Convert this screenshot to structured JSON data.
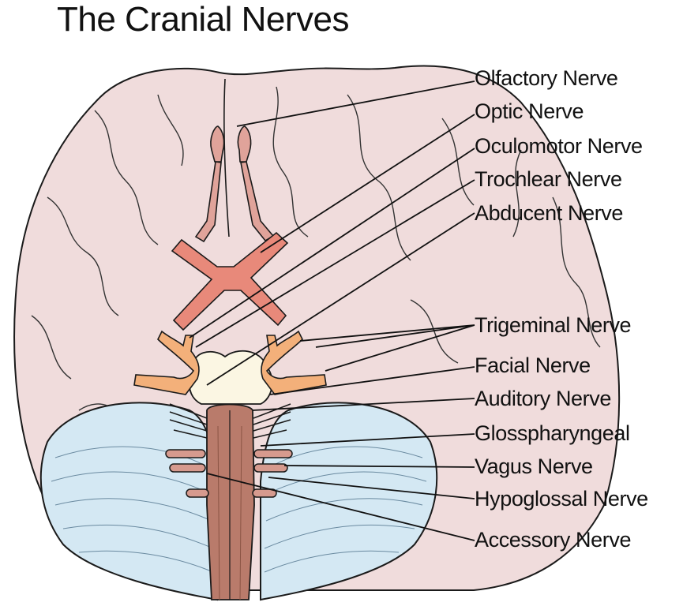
{
  "title": "The Cranial Nerves",
  "colors": {
    "cerebrum": "#f0dcdc",
    "cerebellum": "#d4e8f3",
    "pons": "#fbf6e3",
    "nerve": "#e0a39a",
    "optic": "#e8897a",
    "trigeminal": "#f3b07a",
    "brainstem": "#b97b6b",
    "outline": "#1a1a1a"
  },
  "labels": [
    {
      "id": "olfactory",
      "text": "Olfactory Nerve"
    },
    {
      "id": "optic",
      "text": "Optic Nerve"
    },
    {
      "id": "oculomotor",
      "text": "Oculomotor Nerve"
    },
    {
      "id": "trochlear",
      "text": "Trochlear Nerve"
    },
    {
      "id": "abducent",
      "text": "Abducent Nerve"
    },
    {
      "id": "trigeminal",
      "text": "Trigeminal Nerve"
    },
    {
      "id": "facial",
      "text": "Facial Nerve"
    },
    {
      "id": "auditory",
      "text": "Auditory Nerve"
    },
    {
      "id": "glossopharyngeal",
      "text": "Glosspharyngeal"
    },
    {
      "id": "vagus",
      "text": "Vagus Nerve"
    },
    {
      "id": "hypoglossal",
      "text": "Hypoglossal Nerve"
    },
    {
      "id": "accessory",
      "text": "Accessory Nerve"
    }
  ]
}
